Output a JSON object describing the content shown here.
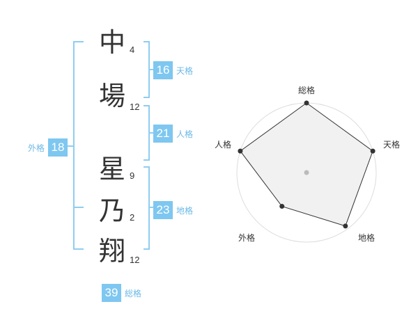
{
  "name": {
    "chars": [
      {
        "char": "中",
        "strokes": "4"
      },
      {
        "char": "場",
        "strokes": "12"
      },
      {
        "char": "星",
        "strokes": "9"
      },
      {
        "char": "乃",
        "strokes": "2"
      },
      {
        "char": "翔",
        "strokes": "12"
      }
    ]
  },
  "kaku": {
    "tenkaku": {
      "label": "天格",
      "value": "16"
    },
    "jinkaku": {
      "label": "人格",
      "value": "21"
    },
    "chikaku": {
      "label": "地格",
      "value": "23"
    },
    "gaikaku": {
      "label": "外格",
      "value": "18"
    },
    "soukaku": {
      "label": "総格",
      "value": "39"
    }
  },
  "colors": {
    "accent": "#7ec7f0",
    "accent_text": "#6cb9e6",
    "bracket": "#8fcdf2"
  },
  "chart_data": {
    "type": "radar",
    "axes": [
      "総格",
      "天格",
      "地格",
      "外格",
      "人格"
    ],
    "levels": 5,
    "values": [
      1.0,
      1.0,
      0.95,
      0.6,
      1.0
    ]
  }
}
